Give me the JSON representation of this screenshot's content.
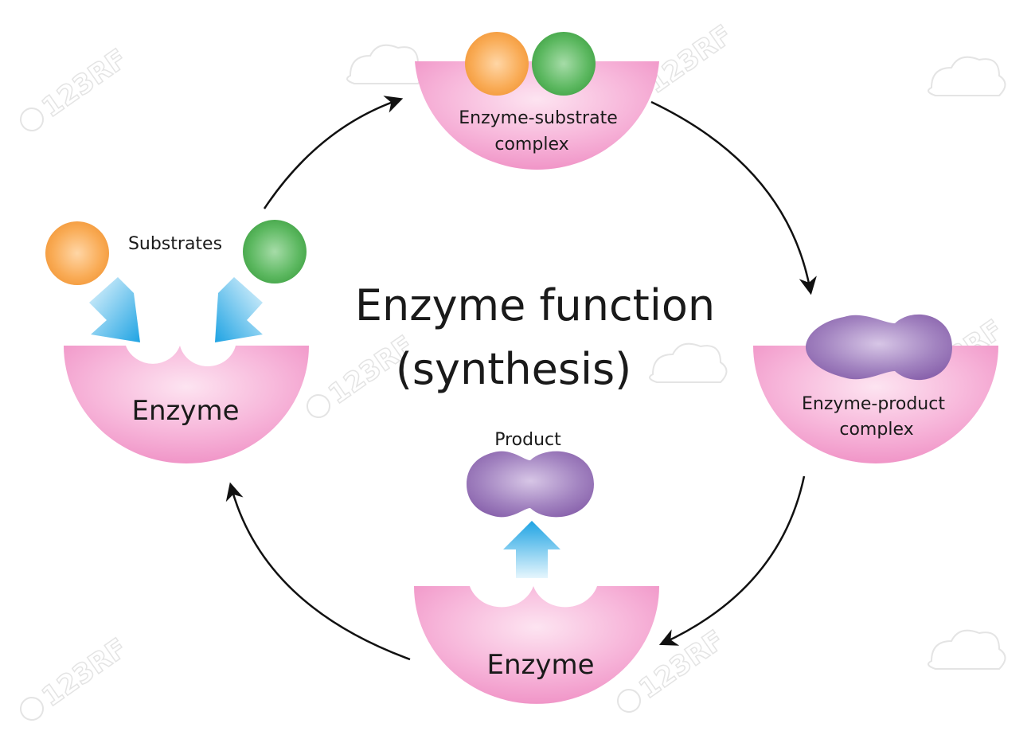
{
  "title_line1": "Enzyme function",
  "title_line2": "(synthesis)",
  "labels": {
    "substrates": "Substrates",
    "enzyme_left": "Enzyme",
    "enzyme_bottom": "Enzyme",
    "es_line1": "Enzyme-substrate",
    "es_line2": "complex",
    "ep_line1": "Enzyme-product",
    "ep_line2": "complex",
    "product": "Product"
  },
  "watermark": "123RF",
  "colors": {
    "enzyme_pink": "#f5a3cf",
    "enzyme_light": "#fbd3e8",
    "substrate_orange": "#f7a24b",
    "substrate_green": "#4caf50",
    "product_purple": "#9a72b8",
    "arrow_blue": "#33aee8",
    "cycle_arrow": "#111111"
  }
}
